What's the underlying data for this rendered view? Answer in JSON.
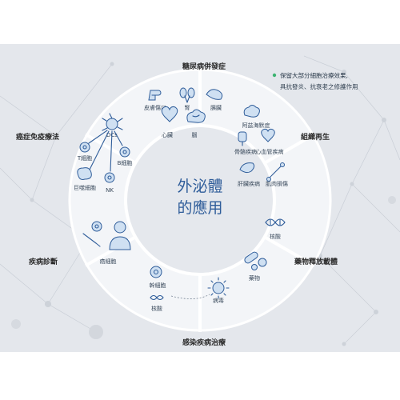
{
  "center": {
    "line1": "外泌體",
    "line2": "的應用"
  },
  "side_note": {
    "bullet_color": "#3cb371",
    "line1": "保留大部分細胞治療效果,",
    "line2": "具抗發炎、抗衰老之修護作用"
  },
  "categories": {
    "diabetes": "糖尿病併發症",
    "tissue": "組織再生",
    "drug": "藥物釋放載體",
    "infection": "感染疾病治療",
    "diagnosis": "疾病診斷",
    "cancer": "癌症免疫療法"
  },
  "labels": {
    "skin_wound": "皮膚傷口",
    "kidney": "腎",
    "pancreas": "胰臟",
    "heart": "心臟",
    "brain": "腦",
    "neuro": "阿茲海默症",
    "bone": "骨骼疾病",
    "cardio": "心血管疾病",
    "liver": "肝臟疾病",
    "muscle": "肌肉損傷",
    "nucleic": "核酸",
    "drug_item": "藥物",
    "dry_cell": "幹細胞",
    "nucleic_acid": "核酸",
    "virus": "病毒",
    "diagnosis_item": "癌細胞",
    "dcs": "DCs",
    "t_cell": "T細胞",
    "b_cell": "B細胞",
    "macrophage": "巨噬細胞",
    "nk": "NK"
  },
  "colors": {
    "ring": "#f3f5f8",
    "inner": "#e5e8ed",
    "accent": "#2f5d9a",
    "network": "#c9ced6",
    "background": "#dde1e7"
  }
}
